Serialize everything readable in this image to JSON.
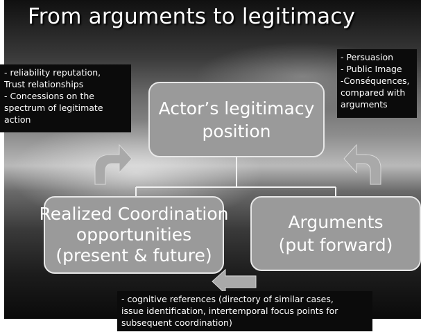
{
  "title": "From arguments to legitimacy",
  "notes": {
    "left": [
      "- reliability reputation,",
      "Trust relationships",
      "- Concessions on the",
      "spectrum of legitimate",
      "action"
    ],
    "right": [
      "- Persuasion",
      "- Public Image",
      "-Conséquences,",
      "compared with",
      "arguments"
    ],
    "bottom": [
      "- cognitive references (directory of similar cases,",
      "issue identification, intertemporal focus points for",
      "subsequent coordination)"
    ]
  },
  "nodes": {
    "actor": [
      "Actor’s legitimacy",
      "position"
    ],
    "coordination": [
      "Realized Coordination",
      "opportunities",
      "(present & future)"
    ],
    "arguments": [
      "Arguments",
      "(put forward)"
    ]
  },
  "colors": {
    "node_fill": "#9a9a9a",
    "node_border": "#e8e8e8",
    "note_bg": "#0b0b0b",
    "arrow_fill": "#a9a9a9"
  },
  "icons": [
    "curved-arrow-left-up",
    "curved-arrow-right-up",
    "left-arrow"
  ]
}
